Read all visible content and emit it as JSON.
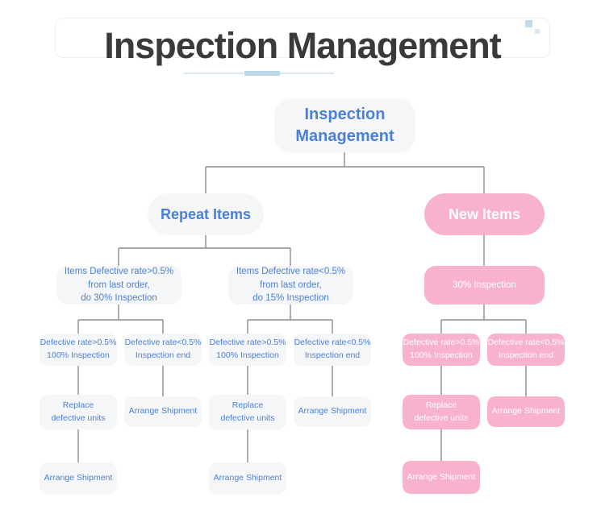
{
  "header": {
    "title": "Inspection Management"
  },
  "colors": {
    "node_blue_text": "#4a80d8",
    "node_gray_bg": "#f5f6f8",
    "node_pink_bg": "#f9b2ce",
    "title_text": "#3a3a3a",
    "connector_gray": "#8c8c8c",
    "accent_underline": "#bad6e8"
  },
  "decor": {
    "accent_square_large": "accent-square-large",
    "accent_square_small": "accent-square-small"
  },
  "flowchart": {
    "nodes": {
      "root": {
        "label": "Inspection\nManagement"
      },
      "repeat_items": {
        "label": "Repeat Items"
      },
      "new_items": {
        "label": "New Items"
      },
      "repeat_gt": {
        "label": "Items Defective rate>0.5%\nfrom last order,\ndo 30% Inspection"
      },
      "repeat_lt": {
        "label": "Items Defective rate<0.5%\nfrom last order,\ndo 15% Inspection"
      },
      "new_inspection": {
        "label": "30% Inspection"
      },
      "repeat_gt_gt": {
        "label": "Defective rate>0.5%\n100% Inspection"
      },
      "repeat_gt_lt": {
        "label": "Defective rate<0.5%\nInspection end"
      },
      "repeat_lt_gt": {
        "label": "Defective rate>0.5%\n100% Inspection"
      },
      "repeat_lt_lt": {
        "label": "Defective rate<0.5%\nInspection end"
      },
      "new_gt": {
        "label": "Defective rate>0.5%\n100% Inspection"
      },
      "new_lt": {
        "label": "Defective rate<0.5%\nInspection end"
      },
      "repeat_gt_replace": {
        "label": "Replace\ndefective units"
      },
      "repeat_gt_ship": {
        "label": "Arrange Shipment"
      },
      "repeat_lt_replace": {
        "label": "Replace\ndefective units"
      },
      "repeat_lt_ship": {
        "label": "Arrange Shipment"
      },
      "new_replace": {
        "label": "Replace\ndefective units"
      },
      "new_ship": {
        "label": "Arrange Shipment"
      },
      "repeat_gt_final_ship": {
        "label": "Arrange Shipment"
      },
      "repeat_lt_final_ship": {
        "label": "Arrange Shipment"
      },
      "new_final_ship": {
        "label": "Arrange Shipment"
      }
    }
  }
}
